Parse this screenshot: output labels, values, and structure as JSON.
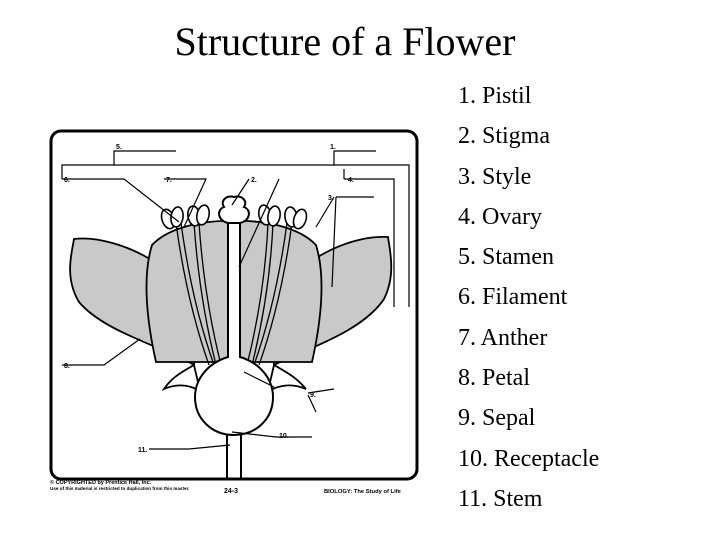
{
  "title": "Structure of a Flower",
  "parts": [
    "1. Pistil",
    "2. Stigma",
    "3. Style",
    "4. Ovary",
    "5. Stamen",
    "6. Filament",
    "7. Anther",
    "8. Petal",
    "9. Sepal",
    "10. Receptacle",
    "11. Stem"
  ],
  "diagram": {
    "callouts": [
      "1.",
      "2.",
      "3.",
      "4.",
      "5.",
      "6.",
      "7.",
      "8.",
      "9.",
      "10.",
      "11."
    ],
    "page_number": "24-3",
    "book_title": "BIOLOGY: The Study of Life",
    "copyright_line1": "© COPYRIGHTED by Prentice Hall, Inc.",
    "copyright_line2": "Use of this material is restricted to duplication from this master.",
    "petal_color": "#c9c9c9"
  }
}
